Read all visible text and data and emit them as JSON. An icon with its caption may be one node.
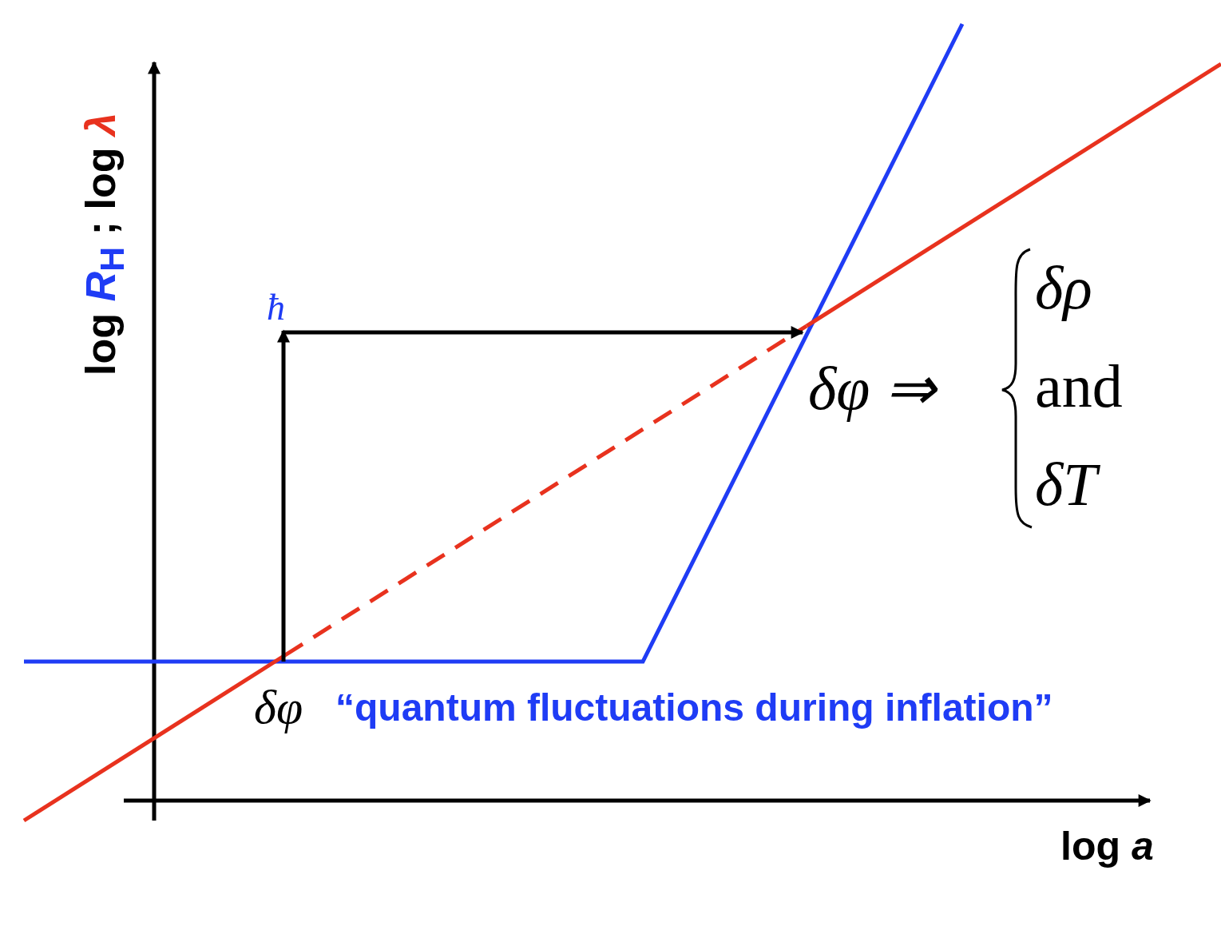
{
  "diagram": {
    "labels": [
      "log *R*$_{H}$ ; log *λ*",
      "ħ",
      "δφ ⇒",
      "δρ",
      "and",
      "δT",
      "δφ",
      "“quantum fluctuations during inflation”",
      "log *a*"
    ]
  }
}
